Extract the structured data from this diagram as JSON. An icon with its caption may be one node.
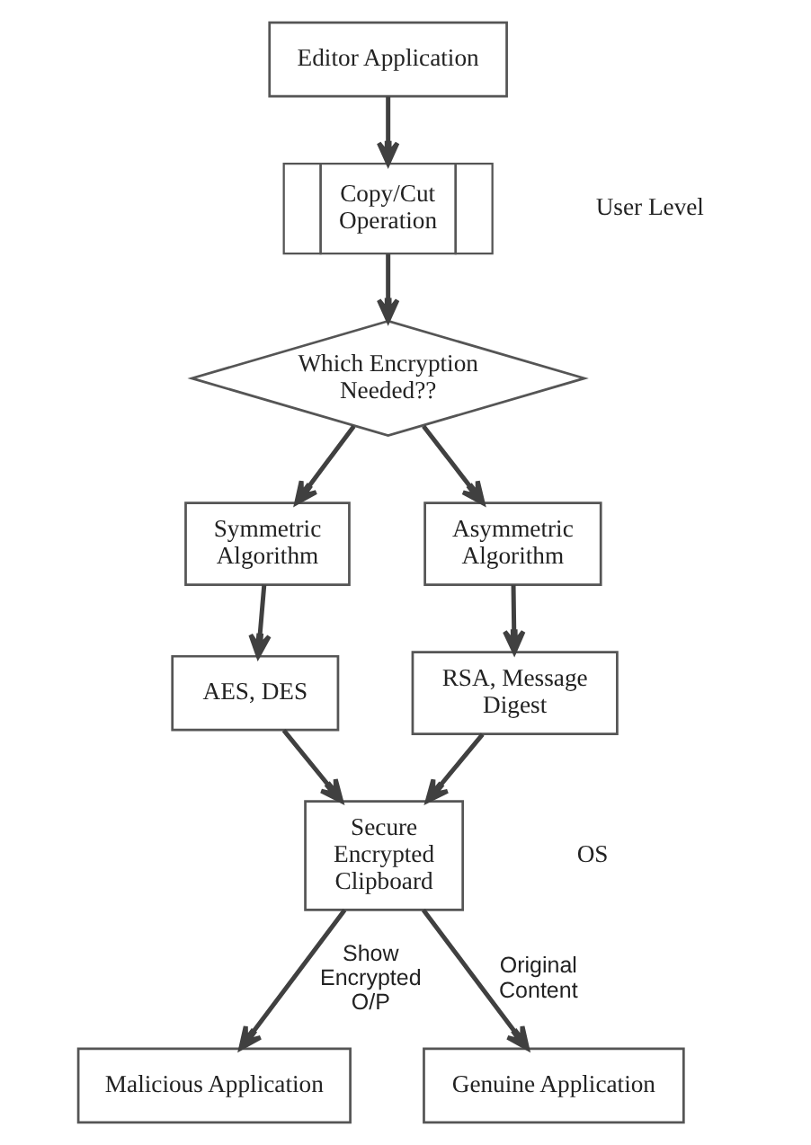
{
  "diagram": {
    "nodes": [
      {
        "text": [
          "Editor Application"
        ]
      },
      {
        "text": [
          "Copy/Cut Operation"
        ]
      },
      {
        "text": [
          "Which Encryption Needed??"
        ]
      },
      {
        "text": [
          "Symmetric Algorithm"
        ]
      },
      {
        "text": [
          "Asymmetric Algorithm"
        ]
      },
      {
        "text": [
          "AES, DES"
        ]
      },
      {
        "text": [
          "RSA, Message Digest"
        ]
      },
      {
        "text": [
          "Secure Encrypted Clipboard"
        ]
      },
      {
        "text": [
          "Malicious Application"
        ]
      },
      {
        "text": [
          "Genuine Application"
        ]
      }
    ],
    "edges": [
      {
        "from": 0,
        "to": 1,
        "arrow": "to"
      },
      {
        "from": 1,
        "to": 2,
        "arrow": "to"
      },
      {
        "from": 2,
        "to": 3,
        "arrow": "to"
      },
      {
        "from": 2,
        "to": 4,
        "arrow": "to"
      },
      {
        "from": 3,
        "to": 5,
        "arrow": "to"
      },
      {
        "from": 4,
        "to": 6,
        "arrow": "to"
      },
      {
        "from": 5,
        "to": 7,
        "arrow": "to"
      },
      {
        "from": 6,
        "to": 7,
        "arrow": "to"
      },
      {
        "from": 7,
        "to": 8,
        "arrow": "to",
        "label": "Show Encrypted O/P"
      },
      {
        "from": 7,
        "to": 9,
        "arrow": "to",
        "label": "Original Content"
      }
    ],
    "labels": [
      "User Level",
      "OS"
    ]
  }
}
